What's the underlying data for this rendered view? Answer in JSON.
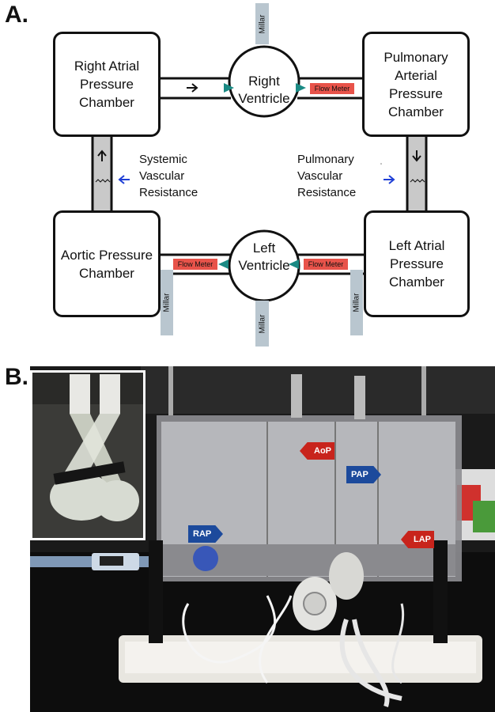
{
  "panels": {
    "a": "A.",
    "b": "B."
  },
  "chambers": {
    "right_atrial": "Right Atrial Pressure Chamber",
    "pulmonary_arterial": "Pulmonary Arterial Pressure Chamber",
    "aortic": "Aortic Pressure Chamber",
    "left_atrial": "Left Atrial Pressure Chamber"
  },
  "ventricles": {
    "right": "Right Ventricle",
    "left": "Left Ventricle"
  },
  "resistances": {
    "systemic": "Systemic Vascular Resistance",
    "pulmonary": "Pulmonary Vascular Resistance"
  },
  "flow_meter_label": "Flow Meter",
  "millar_label": "Millar",
  "photo_tags": {
    "aop": "AoP",
    "pap": "PAP",
    "rap": "RAP",
    "lap": "LAP"
  },
  "colors": {
    "valve": "#1a8a84",
    "flow_meter": "#e8534a",
    "millar": "#b9c6cf",
    "tube": "#c9c9c9",
    "blue_arrow": "#1f3fd6",
    "tag_red": "#c8241c",
    "tag_blue": "#1c4a9c"
  }
}
